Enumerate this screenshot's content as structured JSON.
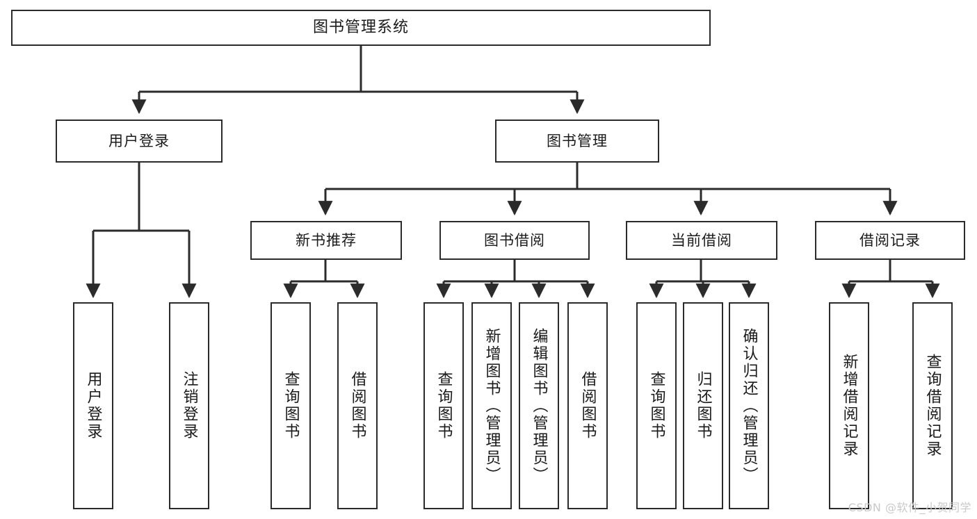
{
  "diagram": {
    "type": "tree-hierarchy",
    "title": "图书管理系统",
    "watermark": "CSDN @软件_小贺同学",
    "colors": {
      "box_border": "#2b2b2b",
      "box_fill": "#ffffff",
      "edge": "#2b2b2b",
      "text": "#1a1a1a",
      "watermark": "#c9c9c9",
      "background": "#ffffff"
    },
    "nodes": {
      "root": {
        "label": "图书管理系统",
        "orientation": "horizontal"
      },
      "user_login": {
        "label": "用户登录",
        "orientation": "horizontal"
      },
      "book_manage": {
        "label": "图书管理",
        "orientation": "horizontal"
      },
      "new_book_rec": {
        "label": "新书推荐",
        "orientation": "horizontal"
      },
      "book_borrow": {
        "label": "图书借阅",
        "orientation": "horizontal"
      },
      "current_borrow": {
        "label": "当前借阅",
        "orientation": "horizontal"
      },
      "borrow_record": {
        "label": "借阅记录",
        "orientation": "horizontal"
      },
      "leaf_user_login": {
        "label": "用户登录",
        "orientation": "vertical"
      },
      "leaf_logout": {
        "label": "注销登录",
        "orientation": "vertical"
      },
      "leaf_query_book_1": {
        "label": "查询图书",
        "orientation": "vertical"
      },
      "leaf_borrow_book_1": {
        "label": "借阅图书",
        "orientation": "vertical"
      },
      "leaf_query_book_2": {
        "label": "查询图书",
        "orientation": "vertical"
      },
      "leaf_add_book": {
        "label": "新增图书（管理员）",
        "orientation": "vertical"
      },
      "leaf_edit_book": {
        "label": "编辑图书（管理员）",
        "orientation": "vertical"
      },
      "leaf_borrow_book_2": {
        "label": "借阅图书",
        "orientation": "vertical"
      },
      "leaf_query_book_3": {
        "label": "查询图书",
        "orientation": "vertical"
      },
      "leaf_return_book": {
        "label": "归还图书",
        "orientation": "vertical"
      },
      "leaf_confirm_return": {
        "label": "确认归还（管理员）",
        "orientation": "vertical"
      },
      "leaf_add_record": {
        "label": "新增借阅记录",
        "orientation": "vertical"
      },
      "leaf_query_record": {
        "label": "查询借阅记录",
        "orientation": "vertical"
      }
    },
    "edges": [
      {
        "from": "root",
        "to": "user_login"
      },
      {
        "from": "root",
        "to": "book_manage"
      },
      {
        "from": "user_login",
        "to": "leaf_user_login"
      },
      {
        "from": "user_login",
        "to": "leaf_logout"
      },
      {
        "from": "book_manage",
        "to": "new_book_rec"
      },
      {
        "from": "book_manage",
        "to": "book_borrow"
      },
      {
        "from": "book_manage",
        "to": "current_borrow"
      },
      {
        "from": "book_manage",
        "to": "borrow_record"
      },
      {
        "from": "new_book_rec",
        "to": "leaf_query_book_1"
      },
      {
        "from": "new_book_rec",
        "to": "leaf_borrow_book_1"
      },
      {
        "from": "book_borrow",
        "to": "leaf_query_book_2"
      },
      {
        "from": "book_borrow",
        "to": "leaf_add_book"
      },
      {
        "from": "book_borrow",
        "to": "leaf_edit_book"
      },
      {
        "from": "book_borrow",
        "to": "leaf_borrow_book_2"
      },
      {
        "from": "current_borrow",
        "to": "leaf_query_book_3"
      },
      {
        "from": "current_borrow",
        "to": "leaf_return_book"
      },
      {
        "from": "current_borrow",
        "to": "leaf_confirm_return"
      },
      {
        "from": "borrow_record",
        "to": "leaf_add_record"
      },
      {
        "from": "borrow_record",
        "to": "leaf_query_record"
      }
    ]
  }
}
